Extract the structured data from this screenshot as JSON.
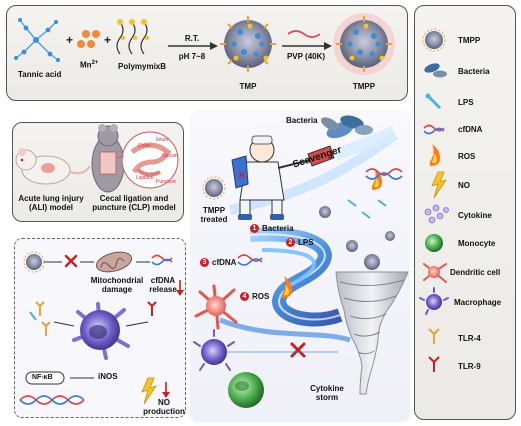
{
  "synthesis": {
    "reagents": [
      "Tannic acid",
      "Mn",
      "PolymymixB"
    ],
    "mn_superscript": "2+",
    "arrow1_top": "R.T.",
    "arrow1_bottom": "pH 7~8",
    "product1": "TMP",
    "arrow2_top": "PVP (40K)",
    "product2": "TMPP"
  },
  "models": {
    "ali": "Acute lung injury (ALI) model",
    "clp": "Cecal ligation and puncture (CLP) model",
    "organs": [
      "Colon",
      "Ileum",
      "Cecum",
      "Ligation",
      "Puncture"
    ]
  },
  "mechanism": {
    "bacteria_label": "Bacteria",
    "scavenger": "Scavenger",
    "tmpp_treated": "TMPP treated",
    "steps": [
      {
        "num": "1",
        "label": "Bacteria"
      },
      {
        "num": "2",
        "label": "LPS"
      },
      {
        "num": "3",
        "label": "cfDNA"
      },
      {
        "num": "4",
        "label": "ROS"
      }
    ],
    "mito": "Mitochondrial damage",
    "cfdna_release": "cfDNA release",
    "nfkb": "NF-κB",
    "inos": "iNOS",
    "no_production": "NO production",
    "cytokine_storm": "Cytokine storm"
  },
  "legend": [
    "TMPP",
    "Bacteria",
    "LPS",
    "cfDNA",
    "ROS",
    "NO",
    "Cytokine",
    "Monocyte",
    "Dendritic cell",
    "Macrophage",
    "TLR-4",
    "TLR-9"
  ],
  "colors": {
    "wave_blue": "#2f7fd8",
    "red": "#c8201e",
    "panel_bg": "#efeeea",
    "tmpp_core": "#8a8fa8"
  }
}
